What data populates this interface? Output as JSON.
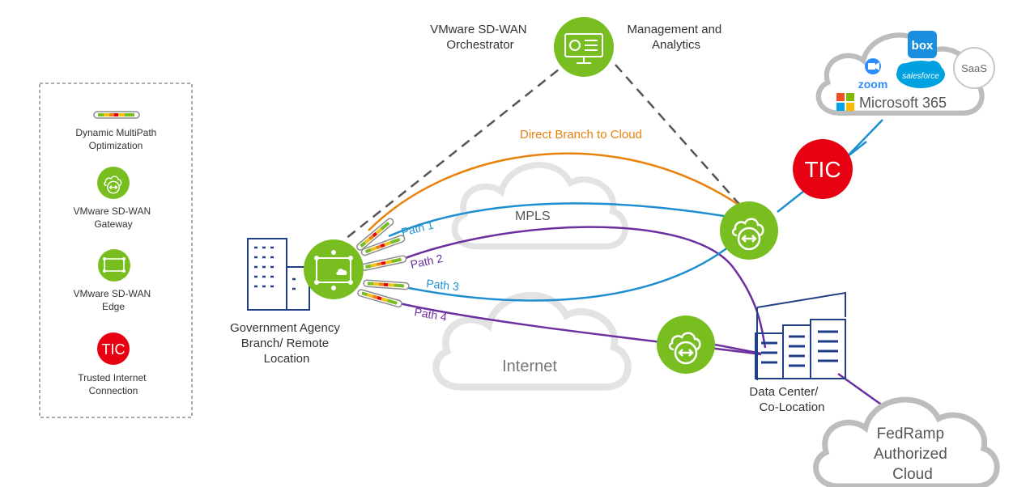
{
  "legend": {
    "multipath": "Dynamic MultiPath Optimization",
    "gateway": "VMware SD-WAN Gateway",
    "edge": "VMware SD-WAN Edge",
    "tic_badge": "TIC",
    "tic": "Trusted Internet Connection"
  },
  "orchestrator": {
    "label": "VMware SD-WAN Orchestrator",
    "mgmt": "Management and Analytics"
  },
  "branch_label": "Government Agency Branch/ Remote Location",
  "datacenter_label": "Data Center/ Co-Location",
  "paths": {
    "direct": "Direct Branch to Cloud",
    "mpls": "MPLS",
    "path1": "Path 1",
    "path2": "Path 2",
    "path3": "Path 3",
    "path4": "Path 4"
  },
  "internet": "Internet",
  "tic_node": "TIC",
  "saas_cloud": {
    "box": "box",
    "zoom": "zoom",
    "salesforce": "salesforce",
    "saas": "SaaS",
    "microsoft": "Microsoft 365"
  },
  "fedramp": "FedRamp Authorized Cloud",
  "colors": {
    "green": "#78be20",
    "blue": "#1d8fd0",
    "purple": "#6b2fa0",
    "orange": "#e8820c",
    "red": "#e60012",
    "navy": "#1f3f87"
  }
}
